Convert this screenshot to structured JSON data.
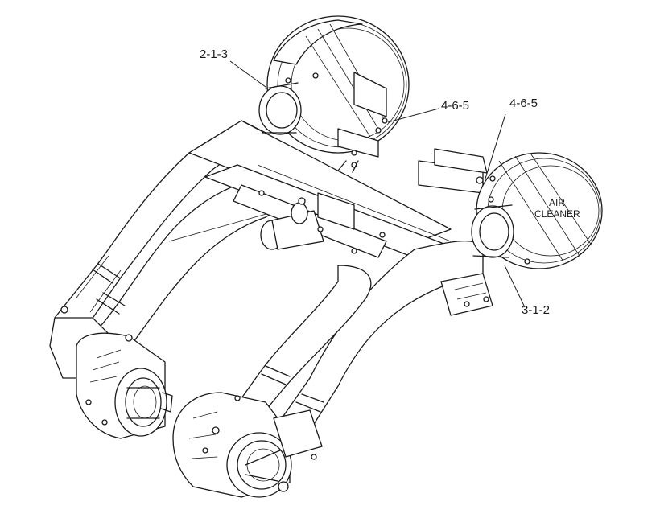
{
  "diagram": {
    "callouts": {
      "top_left_part": "2-1-3",
      "clamp_upper_left": "4-6-5",
      "clamp_upper_right": "4-6-5",
      "right_inlet": "3-1-2"
    },
    "air_cleaner_label": [
      "AIR",
      "CLEANER"
    ]
  }
}
